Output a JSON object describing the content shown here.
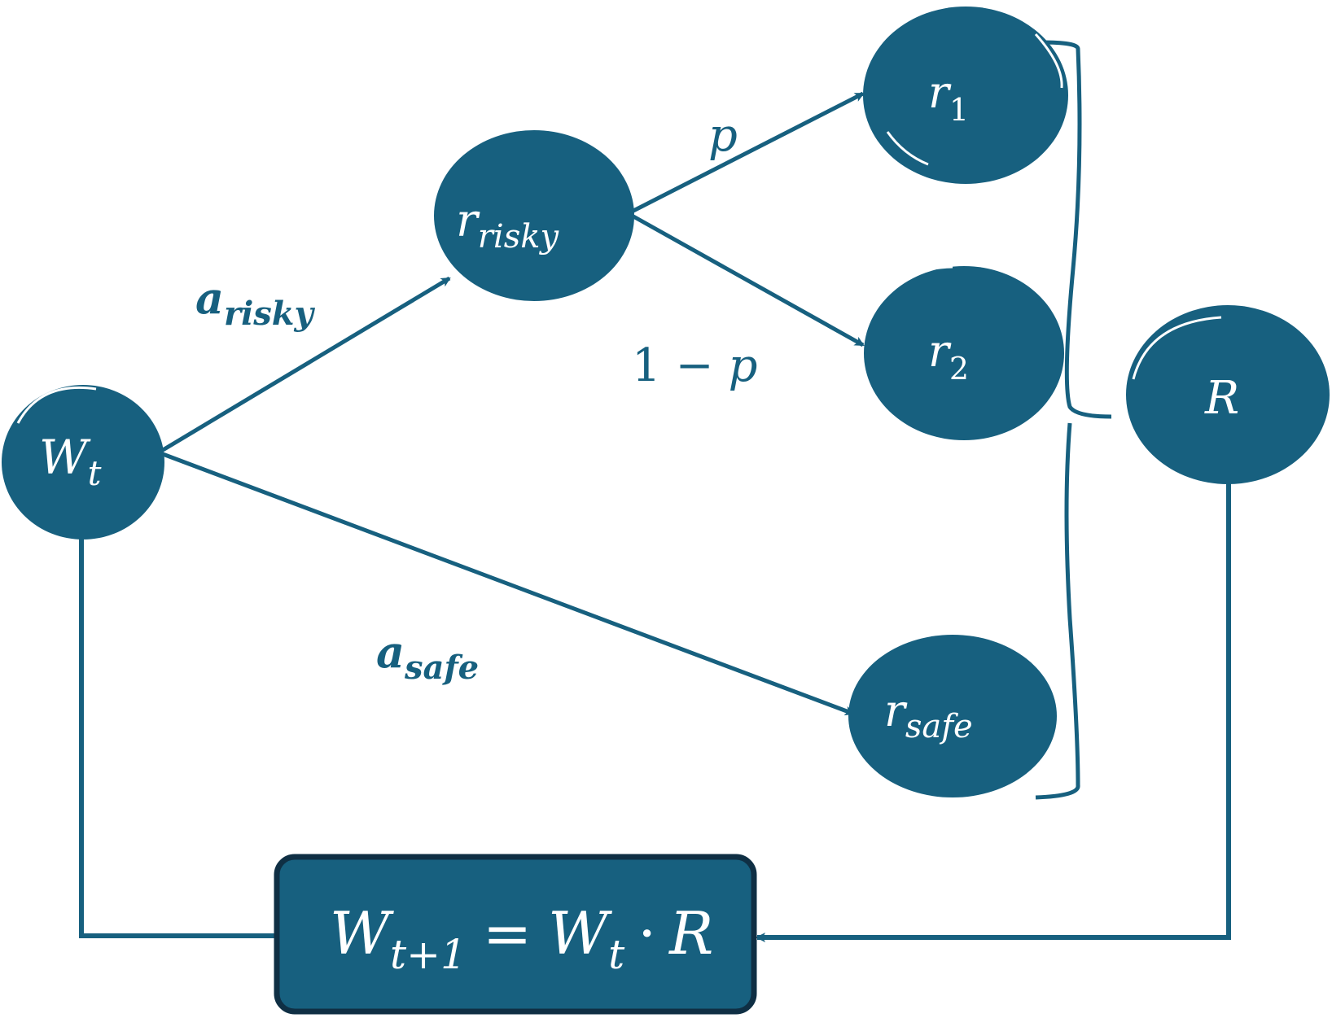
{
  "colors": {
    "node_fill": "#17607f",
    "edge": "#17607f",
    "box_border": "#0f2f44",
    "text_on_node": "#ffffff",
    "background": "#ffffff"
  },
  "nodes": {
    "wt": {
      "main": "W",
      "sub": "t"
    },
    "rrisky": {
      "main": "r",
      "sub": "risky"
    },
    "r1": {
      "main": "r",
      "sub": "1"
    },
    "r2": {
      "main": "r",
      "sub": "2"
    },
    "rsafe": {
      "main": "r",
      "sub": "safe"
    },
    "R": {
      "main": "R"
    }
  },
  "edge_labels": {
    "a_risky": {
      "main": "a",
      "sub": "risky"
    },
    "a_safe": {
      "main": "a",
      "sub": "safe"
    },
    "p": "p",
    "one_minus_p": {
      "one": "1",
      "minus": "−",
      "p": "p"
    }
  },
  "update_box": {
    "lhs_main": "W",
    "lhs_sub": "t+1",
    "equals": "=",
    "rhs_main": "W",
    "rhs_sub": "t",
    "dot": "·",
    "rhs_R": "R"
  }
}
